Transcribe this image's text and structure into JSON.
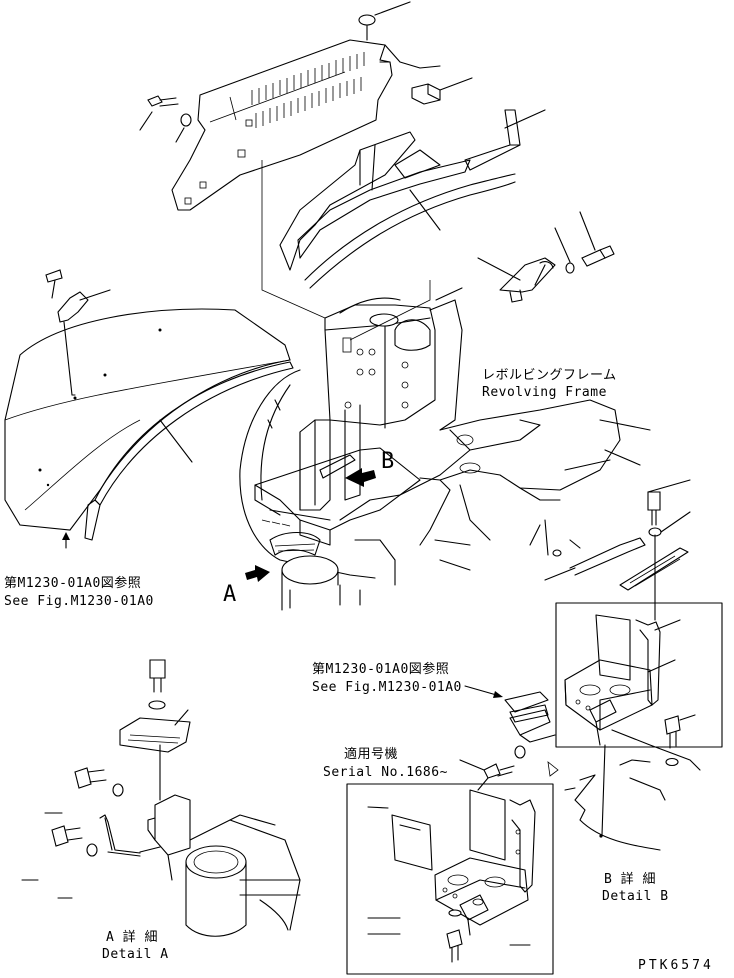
{
  "labels": {
    "revolving_frame_jp": "レボルビングフレーム",
    "revolving_frame_en": "Revolving Frame",
    "ref_left_jp": "第M1230-01A0図参照",
    "ref_left_en": "See Fig.M1230-01A0",
    "ref_right_jp": "第M1230-01A0図参照",
    "ref_right_en": "See Fig.M1230-01A0",
    "serial_jp": "適用号機",
    "serial_en": "Serial No.1686~",
    "view_a": "A",
    "view_b": "B",
    "detail_a_jp": "A 詳 細",
    "detail_a_en": "Detail A",
    "detail_b_jp": "B 詳 細",
    "detail_b_en": "Detail B",
    "drawing_no": "PTK6574"
  }
}
